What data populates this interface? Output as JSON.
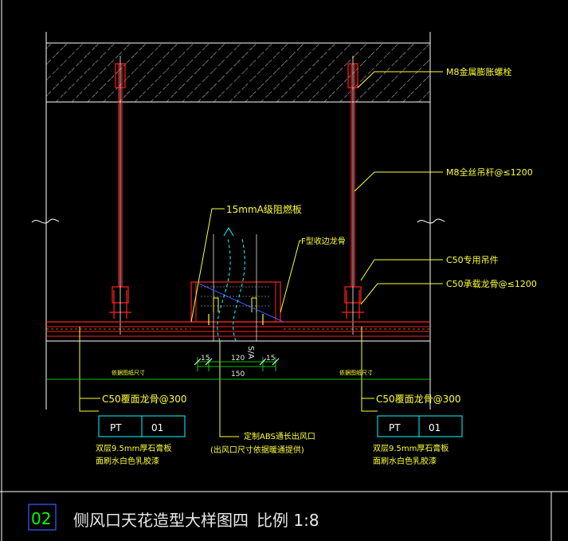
{
  "drawing": {
    "callouts": {
      "anchor_bolt": "M8金属膨胀螺栓",
      "hanger_rod": "M8全丝吊杆@≤1200",
      "fire_board": "15mmA级阻燃板",
      "f_keel": "F型收边龙骨",
      "c50_hanger": "C50专用吊件",
      "c50_main_keel": "C50承载龙骨@≤1200",
      "c50_cover_keel_left": "C50覆面龙骨@300",
      "c50_cover_keel_right": "C50覆面龙骨@300",
      "custom_outlet_line1": "定制ABS通长出风口",
      "custom_outlet_line2": "(出风口尺寸依据暖通提供)"
    },
    "level_label_left": "依据图纸尺寸",
    "level_label_right": "依据图纸尺寸",
    "dimensions": [
      "15",
      "120",
      "15",
      "150"
    ],
    "section_mark": "S/A",
    "tags": [
      {
        "code": "PT",
        "number": "01",
        "note_line1": "双层9.5mm厚石膏板",
        "note_line2": "面刷水白色乳胶漆"
      },
      {
        "code": "PT",
        "number": "01",
        "note_line1": "双层9.5mm厚石膏板",
        "note_line2": "面刷水白色乳胶漆"
      }
    ]
  },
  "title_block": {
    "number": "02",
    "title": "侧风口天花造型大样图四",
    "scale": "比例 1:8"
  },
  "colors": {
    "background": "#000000",
    "frame": "#ffffff",
    "red": "#ff2020",
    "yellow": "#ffff33",
    "cyan": "#00ffff",
    "green": "#00ff00",
    "blue": "#3a5dff"
  }
}
